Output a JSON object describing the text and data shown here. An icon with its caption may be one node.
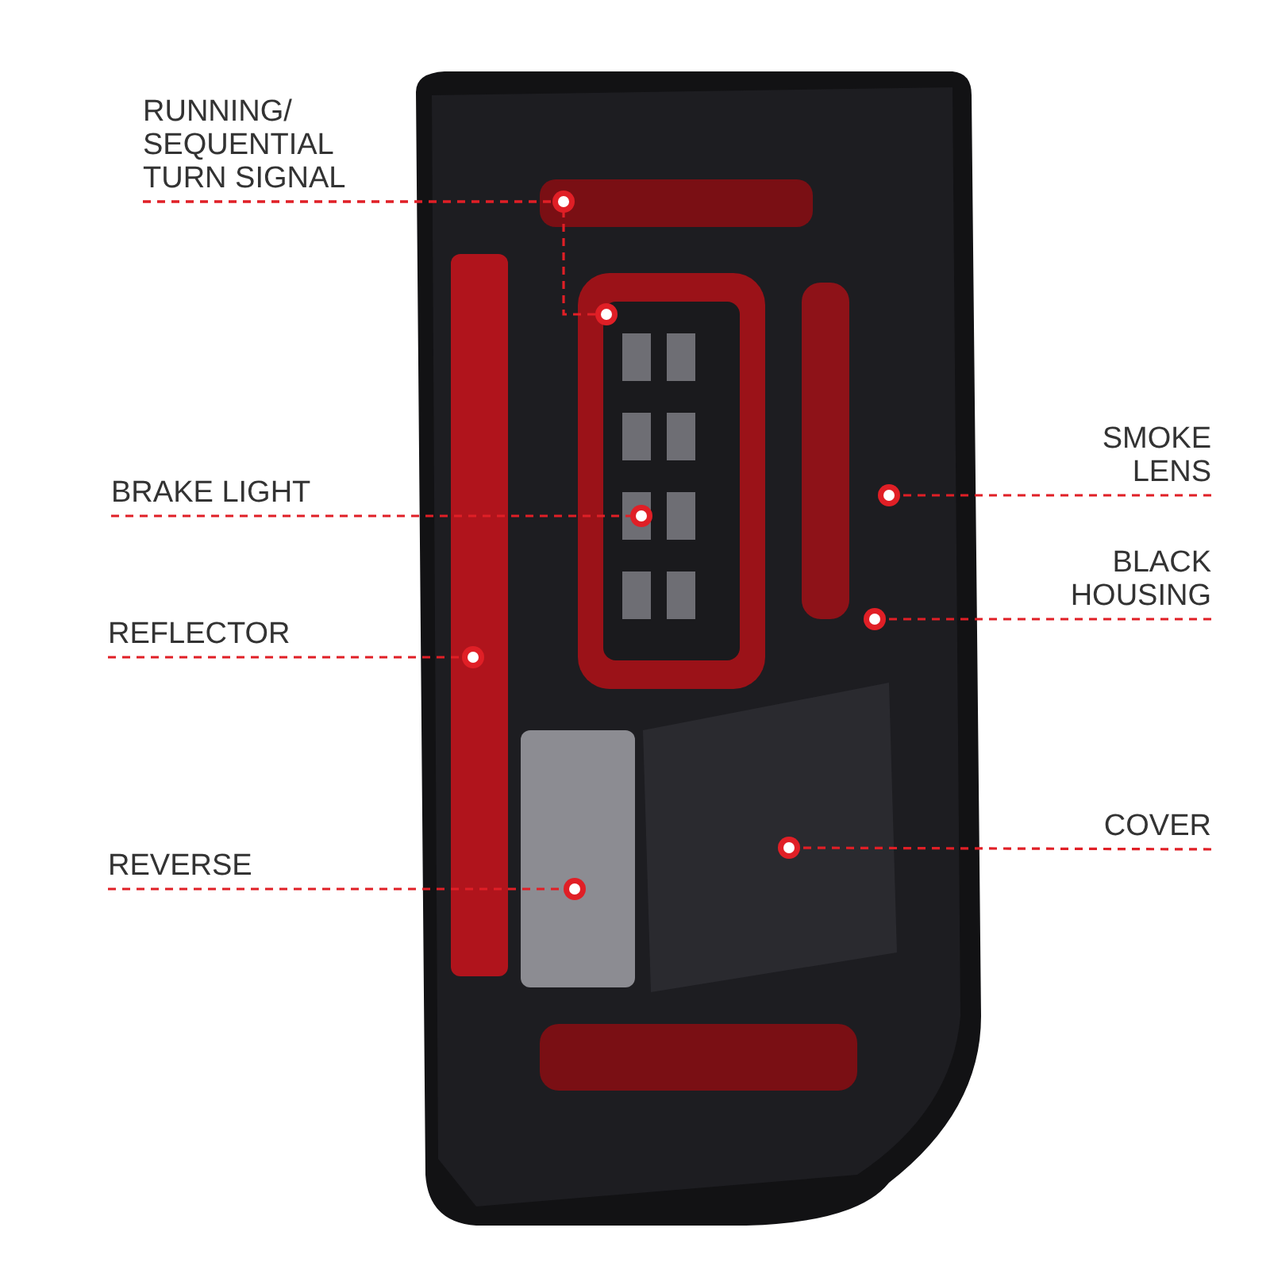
{
  "diagram": {
    "nodes": [
      {
        "text": [
          "RUNNING/ SEQUENTIAL TURN SIGNAL"
        ]
      },
      {
        "text": [
          "BRAKE LIGHT"
        ]
      },
      {
        "text": [
          "REFLECTOR"
        ]
      },
      {
        "text": [
          "REVERSE"
        ]
      },
      {
        "text": [
          "SMOKE LENS"
        ]
      },
      {
        "text": [
          "BLACK HOUSING"
        ]
      },
      {
        "text": [
          "COVER"
        ]
      },
      {
        "text": [],
        "shape": "circle"
      },
      {
        "text": [],
        "shape": "circle"
      },
      {
        "text": [],
        "shape": "circle"
      },
      {
        "text": [],
        "shape": "circle"
      },
      {
        "text": [],
        "shape": "circle"
      },
      {
        "text": [],
        "shape": "circle"
      },
      {
        "text": [],
        "shape": "circle"
      },
      {
        "text": [],
        "shape": "circle"
      }
    ],
    "edges": [
      {
        "from": 0,
        "to": 7,
        "arrow": "none",
        "style": "dashed"
      },
      {
        "from": 0,
        "to": 8,
        "arrow": "none",
        "style": "dashed"
      },
      {
        "from": 1,
        "to": 9,
        "arrow": "none",
        "style": "dashed"
      },
      {
        "from": 2,
        "to": 10,
        "arrow": "none",
        "style": "dashed"
      },
      {
        "from": 3,
        "to": 11,
        "arrow": "none",
        "style": "dashed"
      },
      {
        "from": 4,
        "to": 12,
        "arrow": "none",
        "style": "dashed"
      },
      {
        "from": 5,
        "to": 13,
        "arrow": "none",
        "style": "dashed"
      },
      {
        "from": 6,
        "to": 14,
        "arrow": "none",
        "style": "dashed"
      }
    ]
  }
}
